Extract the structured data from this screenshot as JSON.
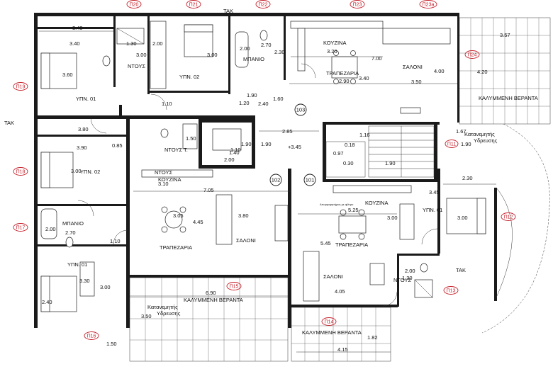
{
  "tags": {
    "p20": "Π20",
    "p21": "Π21",
    "p22": "Π22",
    "p23": "Π23",
    "p23a": "Π23a",
    "p24": "Π24",
    "p19": "Π19",
    "p18": "Π18",
    "p17": "Π17",
    "p16": "Π16",
    "p15": "Π15",
    "p14": "Π14",
    "p13": "Π13",
    "p12": "Π12",
    "p11": "Π11",
    "c103": "103",
    "c102": "102",
    "c101": "101"
  },
  "labels": {
    "tak": "ΤΑΚ",
    "ntous": "ΝΤΟΥΣ",
    "ntous_t": "ΝΤΟΥΣ Τ.",
    "ypn01": "ΥΠΝ. 01",
    "ypn02": "ΥΠΝ. 02",
    "mpanio": "ΜΠΑΝΙΟ",
    "kouzina": "ΚΟΥΖΙΝΑ",
    "trapezaria": "ΤΡΑΠΕΖΑΡΙΑ",
    "saloni": "ΣΑΛΟΝΙ",
    "veranda": "ΚΑΛΥΜΜΕΝΗ ΒΕΡΑΝΤΑ",
    "katanemitis": "Κατανεμητής",
    "ydreusis": "Υδρευσης",
    "level": "+3.45",
    "small_note": "Απορροφητήρας με φίλτρο"
  },
  "dims": {
    "d340a": "3.40",
    "d340b": "3.40",
    "d130": "1.30",
    "d300a": "3.00",
    "d200a": "2.00",
    "d300b": "3.00",
    "d360": "3.60",
    "d270a": "2.70",
    "d230a": "2.30",
    "d200b": "2.00",
    "d320": "3.20",
    "d700": "7.00",
    "d290": "2.90",
    "d340c": "3.40",
    "d400": "4.00",
    "d350a": "3.50",
    "d357": "3.57",
    "d420": "4.20",
    "d190a": "1.90",
    "d160": "1.60",
    "d120": "1.20",
    "d240": "2.40",
    "d110a": "1.10",
    "d380": "3.80",
    "d085": "0.85",
    "d390": "3.90",
    "d300c": "3.00",
    "d150a": "1.50",
    "d285": "2.85",
    "d190b": "1.90",
    "d110b": "1.10",
    "d190c": "1.90",
    "d140": "1.40",
    "d200c": "2.00",
    "d116": "1.16",
    "d018": "0.18",
    "d097": "0.97",
    "d030": "0.30",
    "d190d": "1.90",
    "d167": "1.67",
    "d190e": "1.90",
    "d230b": "2.30",
    "d310": "3.10",
    "d705": "7.05",
    "d305": "3.05",
    "d380b": "3.80",
    "d445": "4.45",
    "d200d": "2.00",
    "d270b": "2.70",
    "d110c": "1.10",
    "d525": "5.25",
    "d300d": "3.00",
    "d545": "5.45",
    "d345": "3.45",
    "d300e": "3.00",
    "d405": "4.05",
    "d200e": "2.00",
    "d130b": "1.30",
    "d330": "3.30",
    "d300f": "3.00",
    "d240b": "2.40",
    "d690": "6.90",
    "d350b": "3.50",
    "d182": "1.82",
    "d415": "4.15",
    "d150b": "1.50"
  }
}
